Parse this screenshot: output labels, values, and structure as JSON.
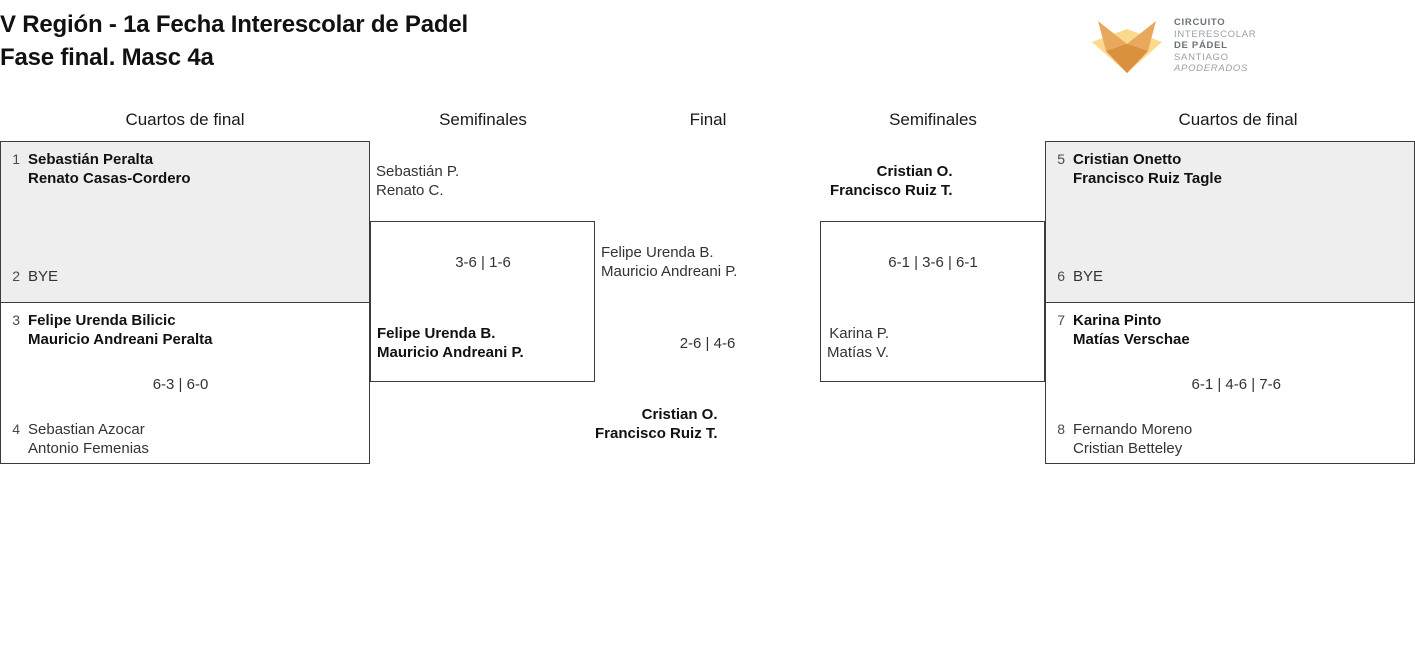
{
  "header": {
    "title": "V Región - 1a Fecha Interescolar de Padel\nFase final. Masc 4a",
    "brand": {
      "line1": "CIRCUITO",
      "line2": "INTERESCOLAR",
      "line3": "DE PÁDEL",
      "line4": "SANTIAGO",
      "line5": "APODERADOS",
      "mark_colors": {
        "light": "#fbd98d",
        "mid": "#e6a55c",
        "dark": "#d98f3f"
      }
    }
  },
  "rounds": [
    {
      "label": "Cuartos de final"
    },
    {
      "label": "Semifinales"
    },
    {
      "label": "Final"
    },
    {
      "label": "Semifinales"
    },
    {
      "label": "Cuartos de final"
    }
  ],
  "bracket": {
    "left_quarters": [
      {
        "shaded": true,
        "top": {
          "seed": "1",
          "names": "Sebastián Peralta\nRenato Casas-Cordero",
          "winner": true
        },
        "bottom": {
          "seed": "2",
          "names": "BYE",
          "winner": false
        },
        "score": ""
      },
      {
        "shaded": false,
        "top": {
          "seed": "3",
          "names": "Felipe Urenda Bilicic\nMauricio Andreani Peralta",
          "winner": true
        },
        "bottom": {
          "seed": "4",
          "names": "Sebastian Azocar\nAntonio Femenias",
          "winner": false
        },
        "score": "6-3 | 6-0"
      }
    ],
    "left_semifinal": {
      "top": {
        "names": "Sebastián P.\nRenato C.",
        "winner": false
      },
      "bottom": {
        "names": "Felipe Urenda B.\nMauricio Andreani P.",
        "winner": true
      },
      "score": "3-6 | 1-6"
    },
    "final": {
      "top": {
        "names": "Felipe Urenda B.\nMauricio Andreani P.",
        "winner": false
      },
      "bottom": {
        "names": "Cristian O.\nFrancisco Ruiz T.",
        "winner": true
      },
      "score": "2-6 | 4-6"
    },
    "right_semifinal": {
      "top": {
        "names": "Cristian O.\nFrancisco Ruiz T.",
        "winner": true
      },
      "bottom": {
        "names": "Karina P.\nMatías V.",
        "winner": false
      },
      "score": "6-1 | 3-6 | 6-1"
    },
    "right_quarters": [
      {
        "shaded": true,
        "top": {
          "seed": "5",
          "names": "Cristian Onetto\nFrancisco Ruiz Tagle",
          "winner": true
        },
        "bottom": {
          "seed": "6",
          "names": "BYE",
          "winner": false
        },
        "score": ""
      },
      {
        "shaded": false,
        "top": {
          "seed": "7",
          "names": "Karina Pinto\nMatías Verschae",
          "winner": true
        },
        "bottom": {
          "seed": "8",
          "names": "Fernando Moreno\nCristian Betteley",
          "winner": false
        },
        "score": "6-1 | 4-6 | 7-6"
      }
    ]
  }
}
